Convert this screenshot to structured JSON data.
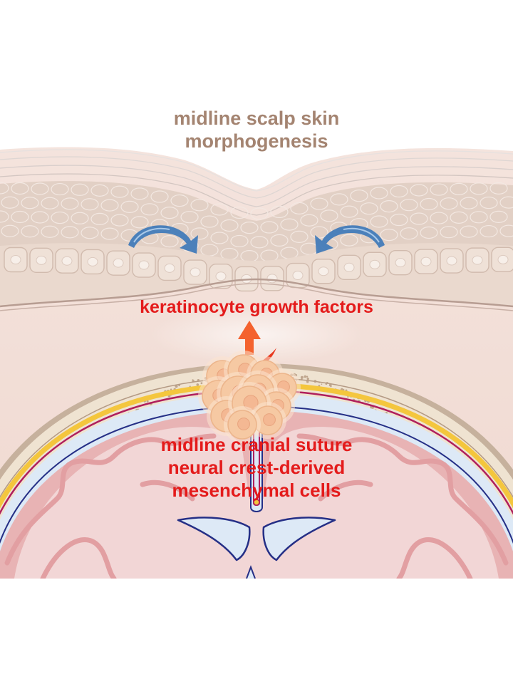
{
  "labels": {
    "skin_title": [
      "midline scalp skin",
      "morphogenesis"
    ],
    "growth_factors": "keratinocyte growth factors",
    "mesenchyme": [
      "midline cranial suture",
      "neural crest-derived",
      "mesenchymal cells"
    ]
  },
  "colors": {
    "skin_label": "#a48471",
    "signal_label": "#e41b1b",
    "signal_arrow": "#f4622e",
    "curl_arrow": "#2f66a6",
    "dermis": "#f3e0d9",
    "epidermis_cells": "#e7d6cb",
    "skull_bone": "#efe0c9",
    "dura_line": "#b01f5c",
    "meninges_yellow": "#f4c63d",
    "csf_space": "#dde9f6",
    "brain": "#f1c9c9",
    "brain_folds": "#e8b3b4",
    "ventricle_outline": "#252f86",
    "cells": "#f6c9a3"
  },
  "icons": {
    "left_arrow": "curved-arrow-right-icon",
    "right_arrow": "curved-arrow-left-icon",
    "signal_arrow": "arrow-up-icon"
  }
}
